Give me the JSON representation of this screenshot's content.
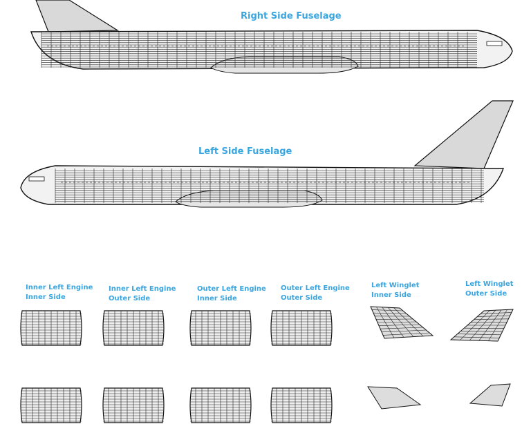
{
  "labels": {
    "right_fuselage": "Right Side Fuselage",
    "left_fuselage": "Left Side Fuselage",
    "engines": [
      {
        "line1": "Inner Left Engine",
        "line2": "Inner Side"
      },
      {
        "line1": "Inner Left Engine",
        "line2": "Outer Side"
      },
      {
        "line1": "Outer Left Engine",
        "line2": "Inner Side"
      },
      {
        "line1": "Outer Left Engine",
        "line2": "Outer Side"
      }
    ],
    "winglets": [
      {
        "line1": "Left Winglet",
        "line2": "Inner Side"
      },
      {
        "line1": "Left Winglet",
        "line2": "Outer Side"
      }
    ]
  },
  "colors": {
    "label": "#3aa6e0",
    "mesh": "#111111",
    "surface": "#f2f2f2"
  }
}
